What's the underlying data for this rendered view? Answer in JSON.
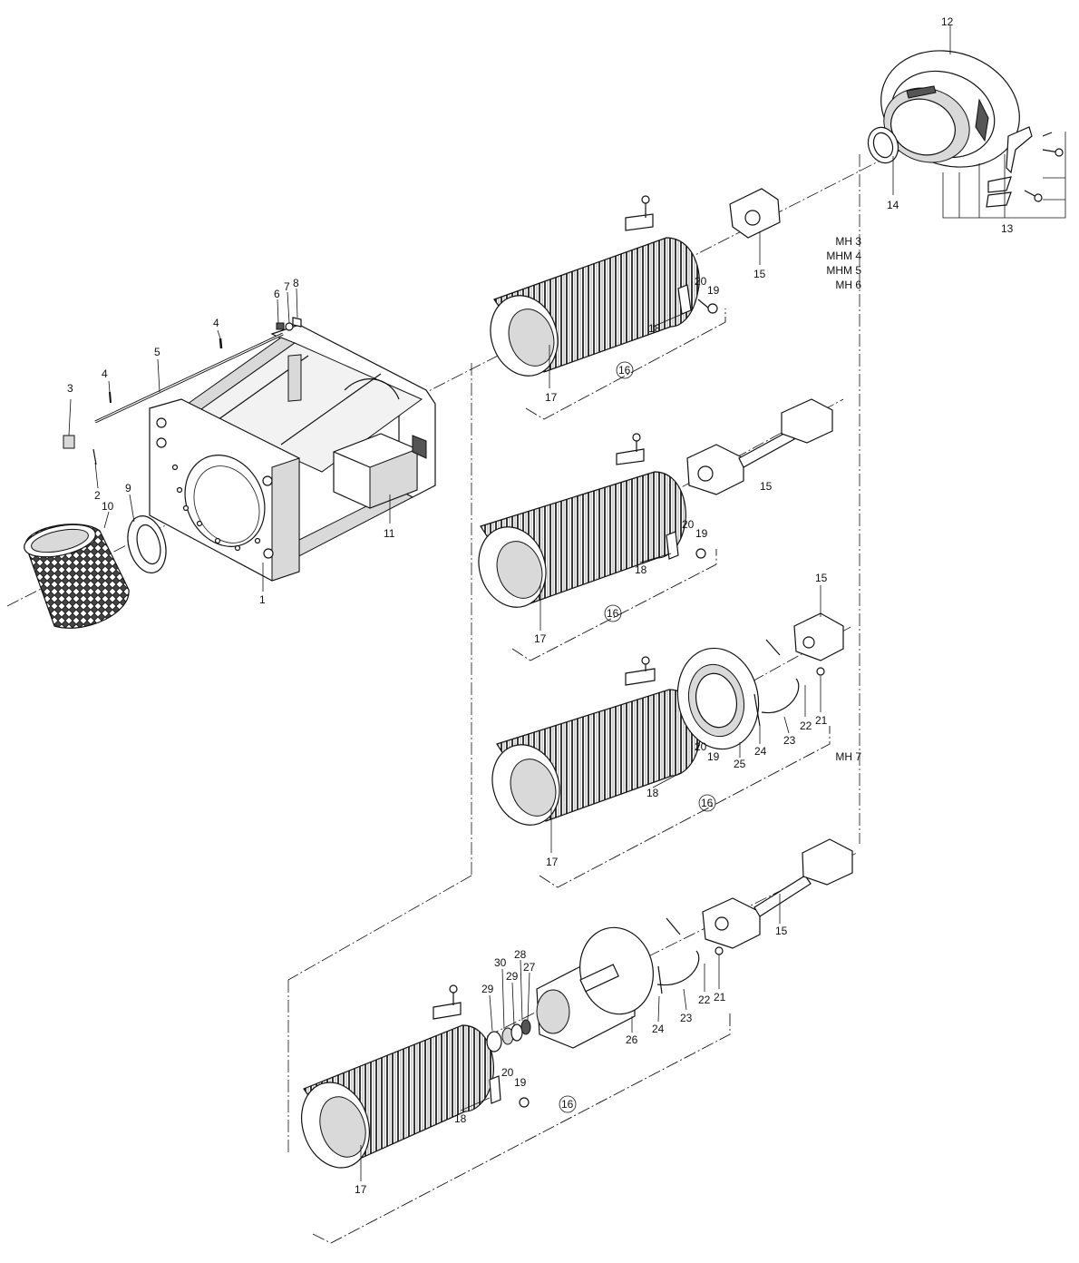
{
  "parts": {
    "p1": "1",
    "p2": "2",
    "p3": "3",
    "p4a": "4",
    "p4b": "4",
    "p5": "5",
    "p6": "6",
    "p7": "7",
    "p8": "8",
    "p9": "9",
    "p10": "10",
    "p11": "11",
    "p12": "12",
    "p13": "13",
    "p14": "14",
    "a15": "15",
    "a16": "16",
    "a17": "17",
    "a18": "18",
    "a19": "19",
    "a20": "20",
    "b15": "15",
    "b16": "16",
    "b17": "17",
    "b18": "18",
    "b19": "19",
    "b20": "20",
    "c15": "15",
    "c16": "16",
    "c17": "17",
    "c18": "18",
    "c19": "19",
    "c20": "20",
    "c21": "21",
    "c22": "22",
    "c23": "23",
    "c24": "24",
    "c25": "25",
    "d15": "15",
    "d16": "16",
    "d17": "17",
    "d18": "18",
    "d19": "19",
    "d20": "20",
    "d21": "21",
    "d22": "22",
    "d23": "23",
    "d24": "24",
    "d26": "26",
    "d27": "27",
    "d28": "28",
    "d29a": "29",
    "d29b": "29",
    "d30": "30"
  },
  "models": {
    "mh3": "MH 3",
    "mhm4": "MHM 4",
    "mhm5": "MHM 5",
    "mh6": "MH 6",
    "mh7": "MH 7"
  }
}
